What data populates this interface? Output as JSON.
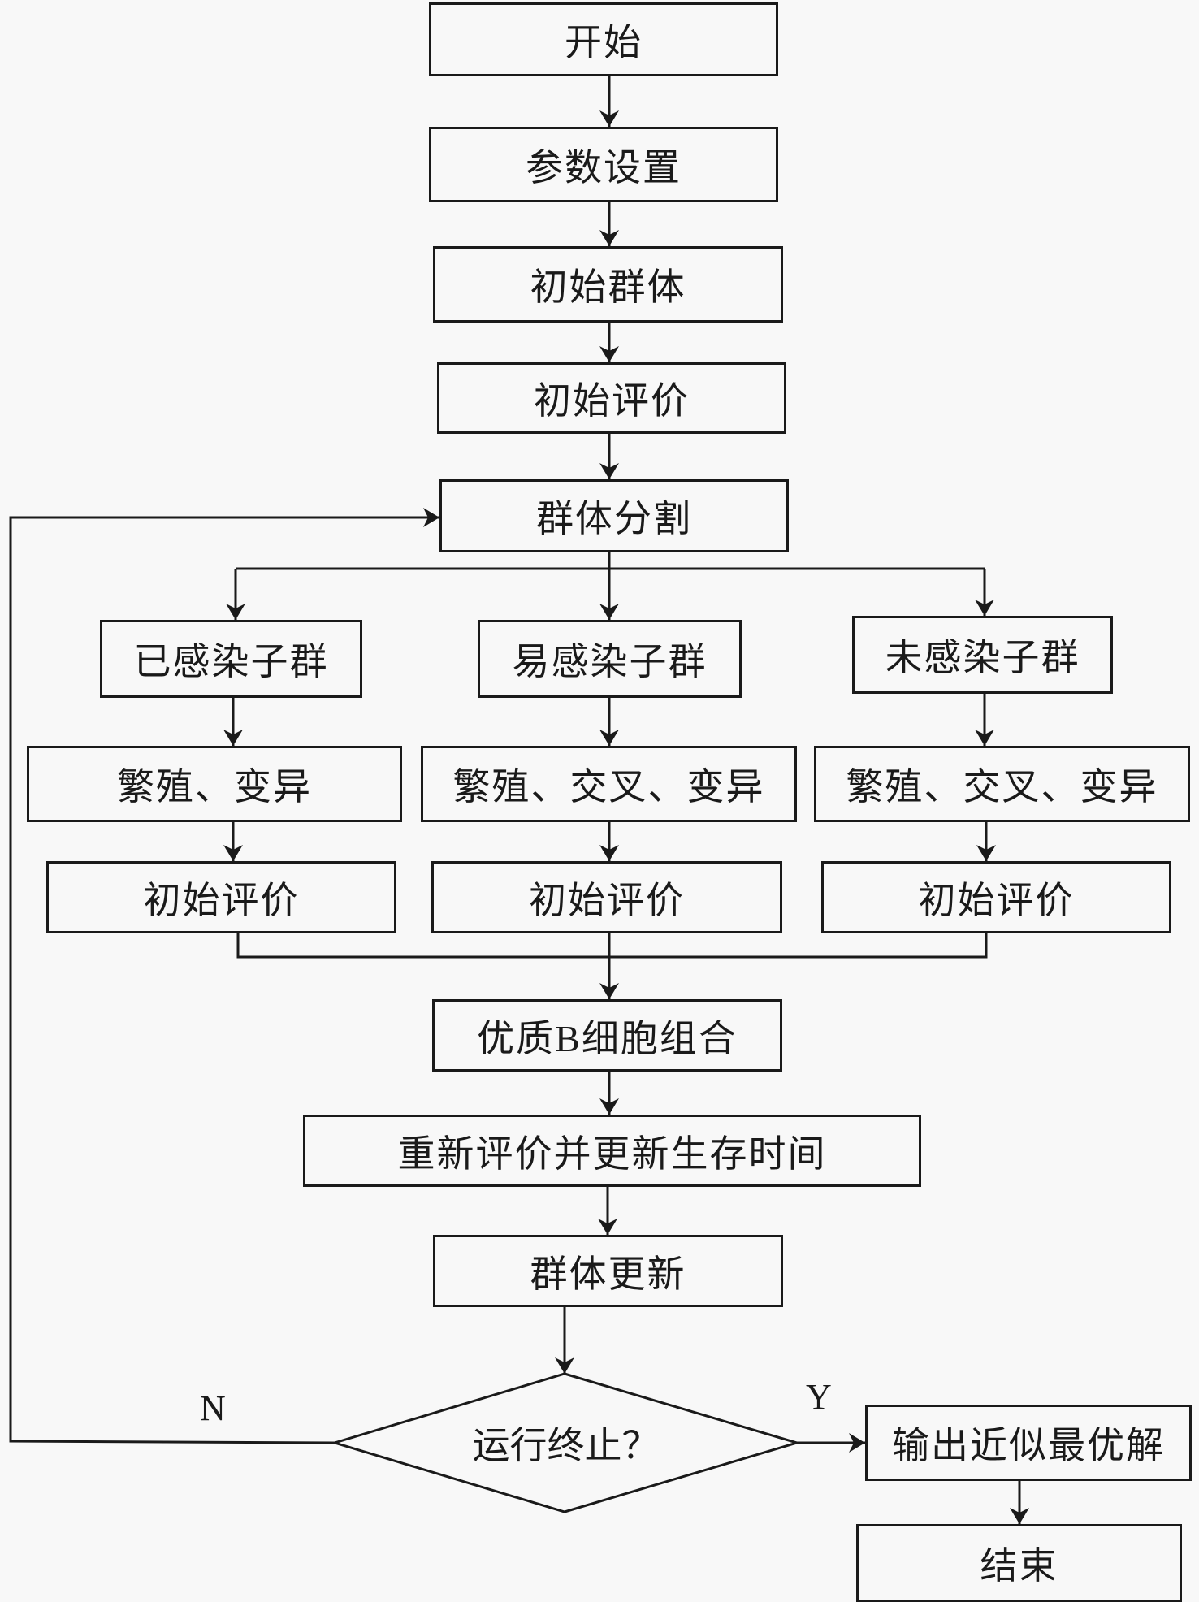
{
  "nodes": {
    "start": "开始",
    "param_setup": "参数设置",
    "init_population": "初始群体",
    "init_evaluation": "初始评价",
    "population_split": "群体分割",
    "branches": [
      {
        "subgroup": "已感染子群",
        "operation": "繁殖、变异",
        "evaluation": "初始评价"
      },
      {
        "subgroup": "易感染子群",
        "operation": "繁殖、交叉、变异",
        "evaluation": "初始评价"
      },
      {
        "subgroup": "未感染子群",
        "operation": "繁殖、交叉、变异",
        "evaluation": "初始评价"
      }
    ],
    "b_cell_combine": "优质B细胞组合",
    "reevaluate": "重新评价并更新生存时间",
    "population_update": "群体更新",
    "decision": "运行终止？",
    "output": "输出近似最优解",
    "end": "结束"
  },
  "edge_labels": {
    "no": "N",
    "yes": "Y"
  }
}
